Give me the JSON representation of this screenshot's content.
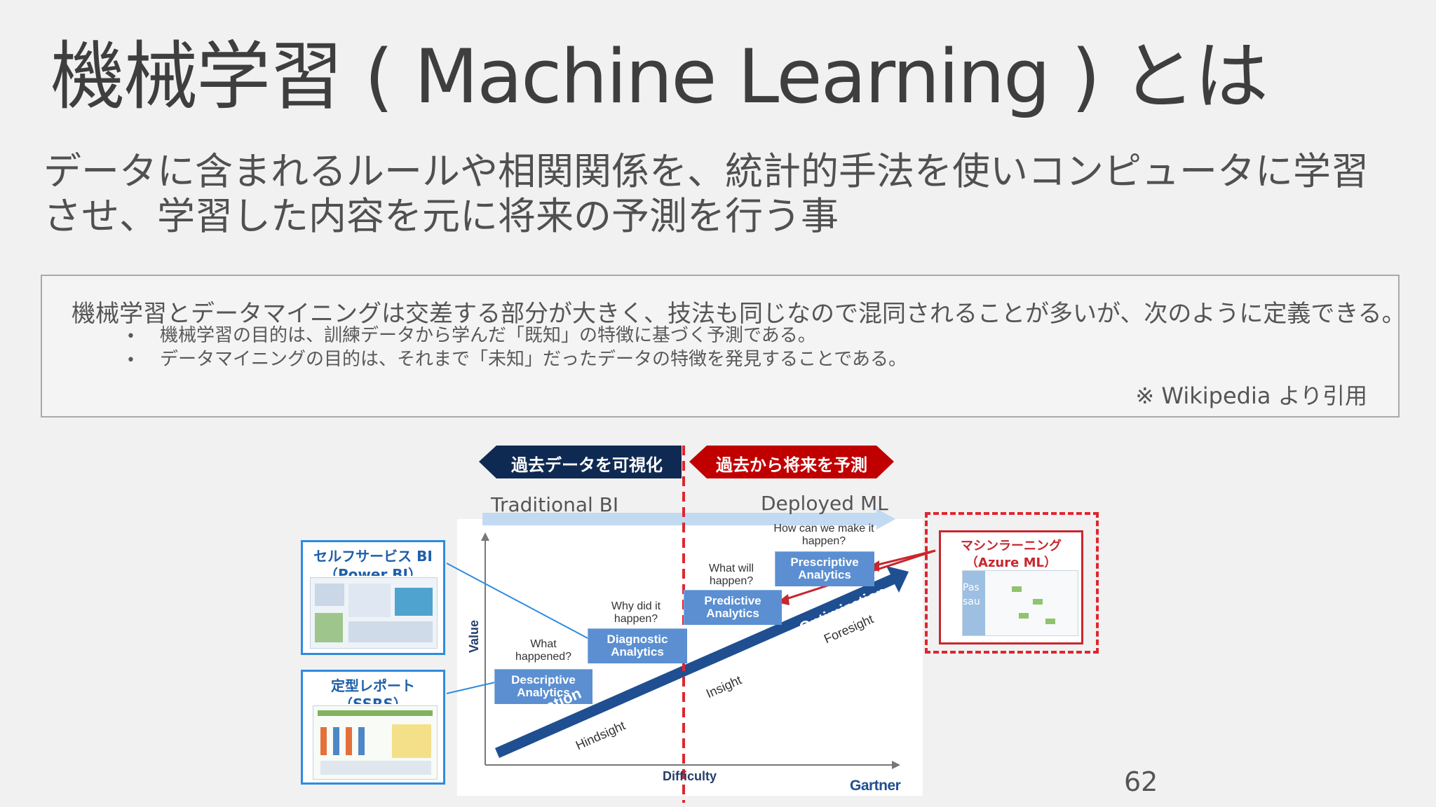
{
  "slide": {
    "title": "機械学習 ( Machine Learning ) とは",
    "subtitle": "データに含まれるルールや相関関係を、統計的手法を使いコンピュータに学習させ、学習した内容を元に将来の予測を行う事",
    "page_number": "62"
  },
  "quote": {
    "main": "機械学習とデータマイニングは交差する部分が大きく、技法も同じなので混同されることが多いが、次のように定義できる。",
    "bullets": [
      "機械学習の目的は、訓練データから学んだ「既知」の特徴に基づく予測である。",
      "データマイニングの目的は、それまで「未知」だったデータの特徴を発見することである。"
    ],
    "bullet_char": "•",
    "source": "※ Wikipedia より引用"
  },
  "diagram": {
    "header_left": "過去データを可視化",
    "header_right": "過去から将来を予測",
    "header_left_color": "#0f2a52",
    "header_right_color": "#c00000",
    "divider_color": "#e0262f",
    "label_left": "Traditional BI",
    "label_right": "Deployed ML",
    "boxes": [
      {
        "label": "Descriptive Analytics",
        "question": "What happened?"
      },
      {
        "label": "Diagnostic Analytics",
        "question": "Why did it happen?"
      },
      {
        "label": "Predictive Analytics",
        "question": "What will happen?"
      },
      {
        "label": "Prescriptive Analytics",
        "question": "How can we make it happen?"
      }
    ],
    "arrow_label": "Information",
    "arrow_label2": "Optimization",
    "axis_words": [
      "Hindsight",
      "Insight",
      "Foresight"
    ],
    "y_axis": "Value",
    "x_axis": "Difficulty",
    "brand": "Gartner",
    "box_color": "#5b8fd1",
    "arrow_color": "#1f4f91",
    "left_cards": [
      {
        "title": "セルフサービス BI",
        "subtitle": "（Power BI）"
      },
      {
        "title": "定型レポート",
        "subtitle": "（SSRS）"
      }
    ],
    "ml_card": {
      "title": "マシンラーニング",
      "subtitle": "（Azure ML）",
      "side_text": [
        "Pas",
        "sau"
      ]
    }
  }
}
